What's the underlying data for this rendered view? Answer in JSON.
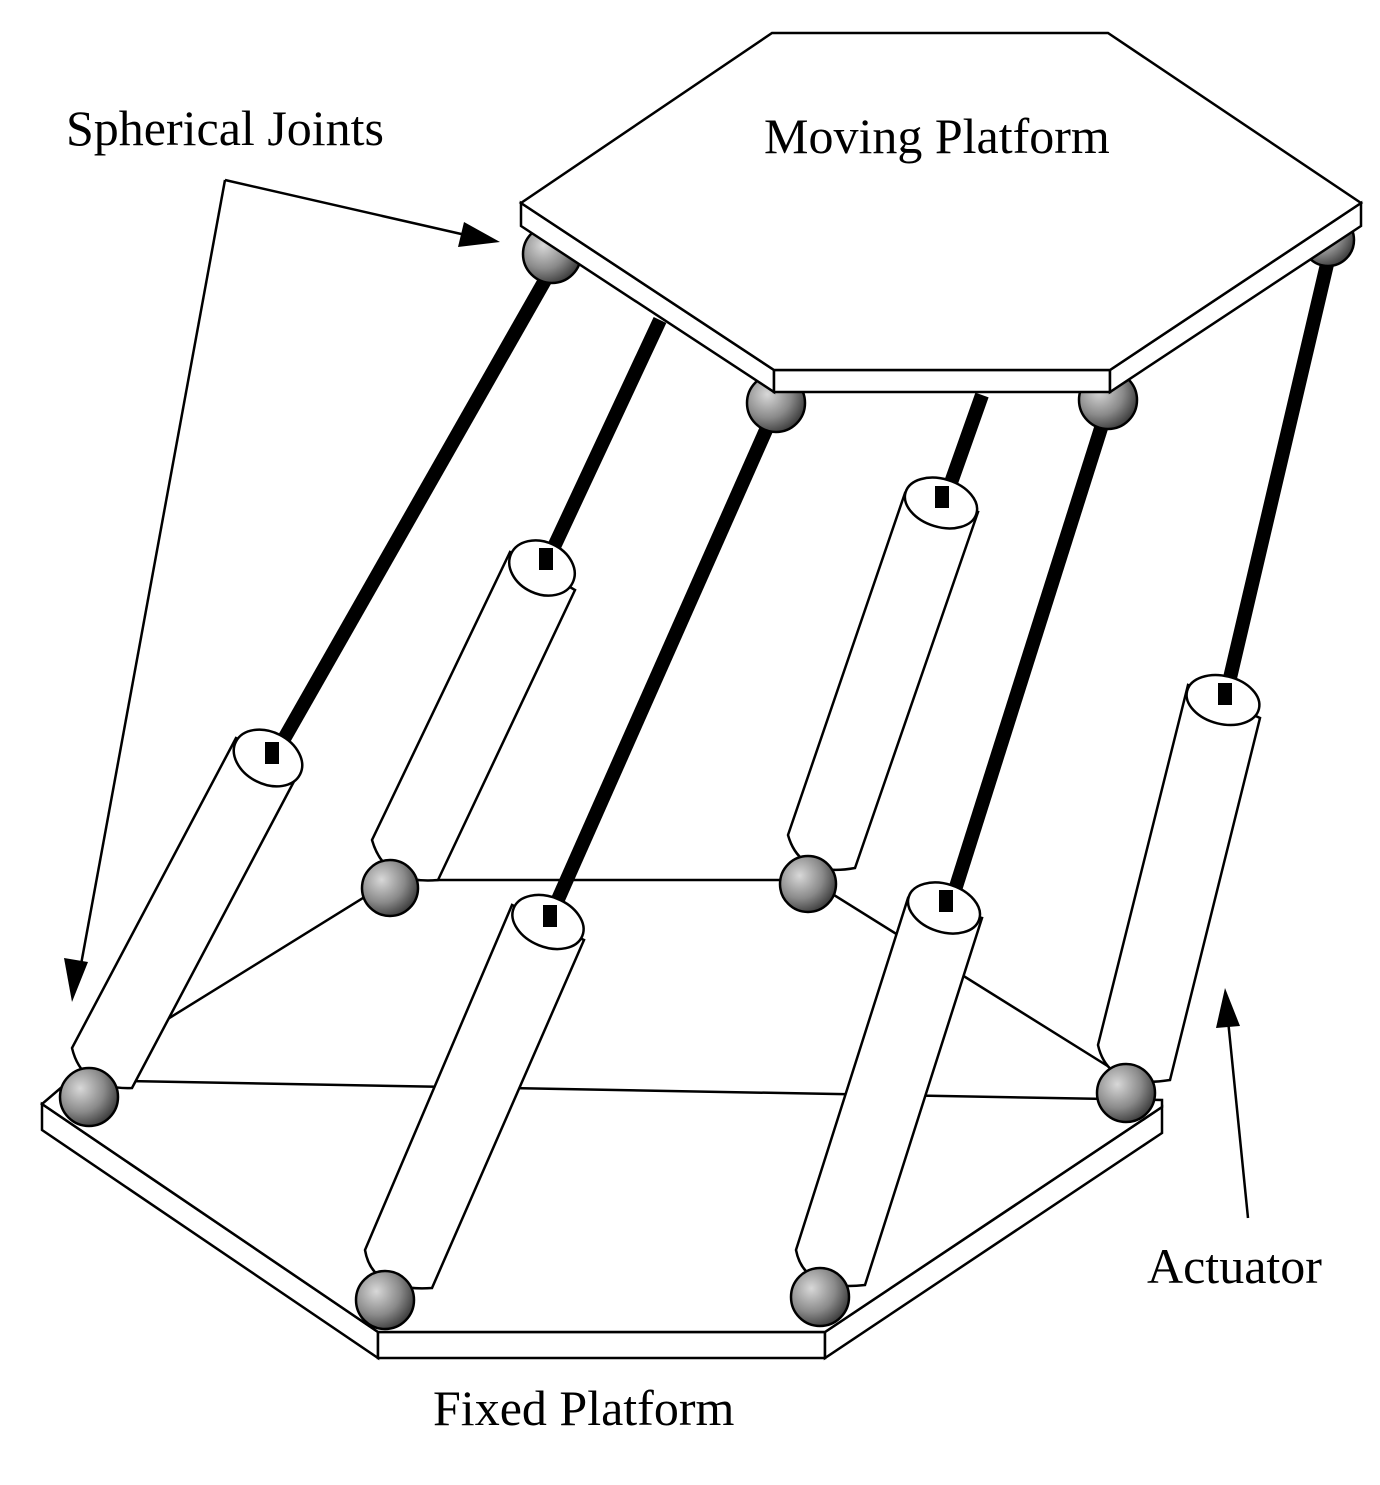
{
  "labels": {
    "spherical_joints": "Spherical Joints",
    "moving_platform": "Moving Platform",
    "fixed_platform": "Fixed Platform",
    "actuator": "Actuator"
  },
  "colors": {
    "line": "#000000",
    "background": "#ffffff",
    "joint_light": "#cfcfcf",
    "joint_dark": "#3a3a3a"
  }
}
